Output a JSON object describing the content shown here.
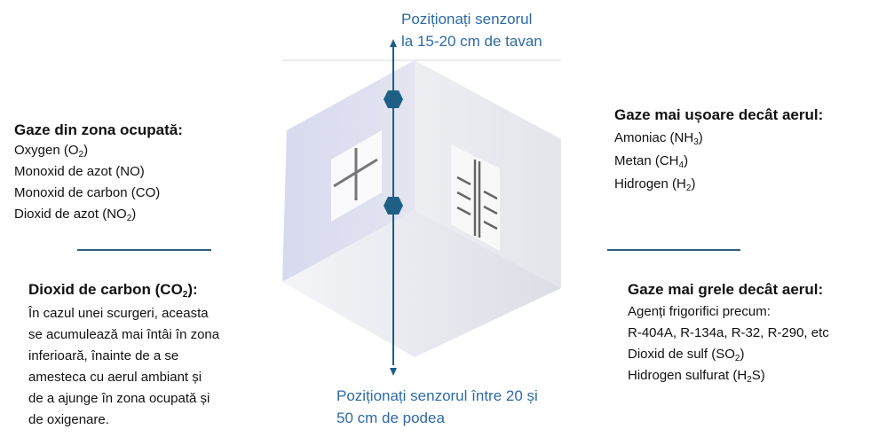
{
  "top_label": {
    "line1": "Poziționați senzorul",
    "line2": "la 15-20 cm de tavan"
  },
  "bottom_label": {
    "line1": "Poziționați senzorul între 20 și",
    "line2": "50 cm de podea"
  },
  "occupied_zone": {
    "title": "Gaze din zona ocupată:",
    "items": [
      {
        "pre": "Oxygen (O",
        "sub": "2",
        "post": ")"
      },
      {
        "pre": "Monoxid de azot (NO)",
        "sub": "",
        "post": ""
      },
      {
        "pre": "Monoxid de carbon (CO)",
        "sub": "",
        "post": ""
      },
      {
        "pre": "Dioxid de azot (NO",
        "sub": "2",
        "post": ")"
      }
    ]
  },
  "co2": {
    "title": {
      "pre": "Dioxid de carbon (CO",
      "sub": "2",
      "post": "):"
    },
    "lines": [
      "În cazul unei scurgeri, aceasta",
      "se acumulează mai întâi în zona",
      "inferioară, înainte de a se",
      "amesteca cu aerul ambiant și",
      "de a ajunge în zona ocupată și",
      "de oxigenare."
    ]
  },
  "lighter": {
    "title": "Gaze mai ușoare decât aerul:",
    "items": [
      {
        "pre": "Amoniac (NH",
        "sub": "3",
        "post": ")"
      },
      {
        "pre": "Metan (CH",
        "sub": "4",
        "post": ")"
      },
      {
        "pre": "Hidrogen (H",
        "sub": "2",
        "post": ")"
      }
    ]
  },
  "heavier": {
    "title": "Gaze mai grele decât aerul:",
    "items": [
      {
        "pre": "Agenți frigorifici precum:",
        "sub": "",
        "post": ""
      },
      {
        "pre": "R-404A, R-134a, R-32, R-290, etc",
        "sub": "",
        "post": ""
      },
      {
        "pre": "Dioxid de sulf (SO",
        "sub": "2",
        "post": ")"
      },
      {
        "pre": "Hidrogen sulfurat (H",
        "sub": "2",
        "post": "S)"
      }
    ]
  },
  "colors": {
    "text_blue": "#2e6aa6",
    "sensor": "#1d5f85",
    "rule": "#2b5f7a"
  }
}
